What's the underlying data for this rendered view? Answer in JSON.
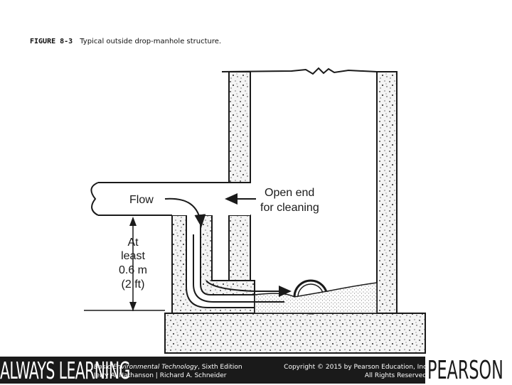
{
  "figure": {
    "number": "FIGURE 8-3",
    "title": "Typical outside drop-manhole structure."
  },
  "labels": {
    "flow": "Flow",
    "open_end_line1": "Open end",
    "open_end_line2": "for cleaning",
    "height_line1": "At",
    "height_line2": "least",
    "height_line3": "0.6 m",
    "height_line4": "(2 ft)"
  },
  "footer": {
    "brand_left": "ALWAYS LEARNING",
    "book_title": "Basic Environmental Technology",
    "book_edition": ", Sixth Edition",
    "authors": "Jerry A. Nathanson | Richard A. Schneider",
    "copyright_line1": "Copyright © 2015 by Pearson Education, Inc",
    "copyright_line2": "All Rights Reserved",
    "brand_right": "PEARSON"
  },
  "colors": {
    "ink": "#1a1a1a",
    "footer_bg": "#1a1a1a",
    "footer_text": "#ffffff",
    "concrete_fill": "#f4f4f4"
  }
}
